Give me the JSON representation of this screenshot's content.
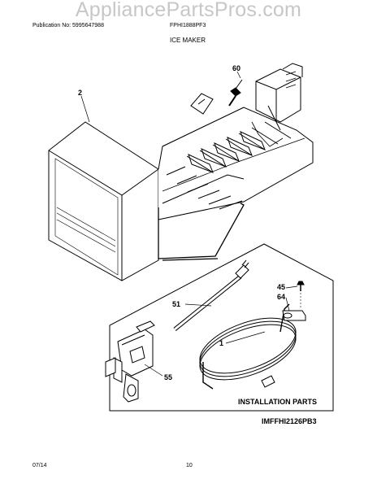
{
  "watermark": "AppliancePartsPros.com",
  "header": {
    "publication": "Publication No: 5995647988",
    "model": "FPHI1888PF3",
    "section_title": "ICE MAKER"
  },
  "callouts": {
    "p60": "60",
    "p2": "2",
    "p45": "45",
    "p64": "64",
    "p51": "51",
    "p1": "1",
    "p55": "55"
  },
  "kit_label": "INSTALLATION PARTS",
  "diagram_code": "IMFFHI2126PB3",
  "footer": {
    "date": "07/14",
    "page": "10"
  }
}
